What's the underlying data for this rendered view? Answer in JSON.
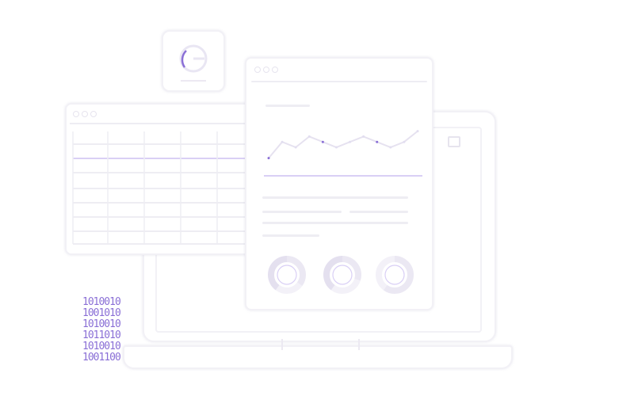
{
  "colors": {
    "accent": "#8a6fd6",
    "accent_light": "#d9cff5",
    "outline": "#f2f1f6",
    "line": "#eeedf3",
    "background": "#ffffff"
  },
  "icons": [
    "logo-g-icon",
    "binary-data-icon"
  ],
  "binary_block": {
    "rows": [
      "1010010",
      "1001010",
      "1010010",
      "1011010",
      "1010010",
      "1001100"
    ]
  },
  "chart_data": [
    {
      "type": "line",
      "x": [
        1,
        2,
        3,
        4,
        5,
        6,
        7,
        8,
        9,
        10,
        11,
        12
      ],
      "series": [
        {
          "values": [
            3,
            6,
            5,
            7,
            6,
            5,
            6,
            7,
            6,
            5,
            6,
            8
          ]
        }
      ],
      "ylim": [
        0,
        10
      ],
      "grid": false
    },
    {
      "type": "pie",
      "charts": [
        {
          "slices": [
            0.35,
            0.25,
            0.4
          ]
        },
        {
          "slices": [
            0.3,
            0.3,
            0.4
          ]
        },
        {
          "slices": [
            0.6,
            0.4
          ]
        }
      ]
    }
  ]
}
